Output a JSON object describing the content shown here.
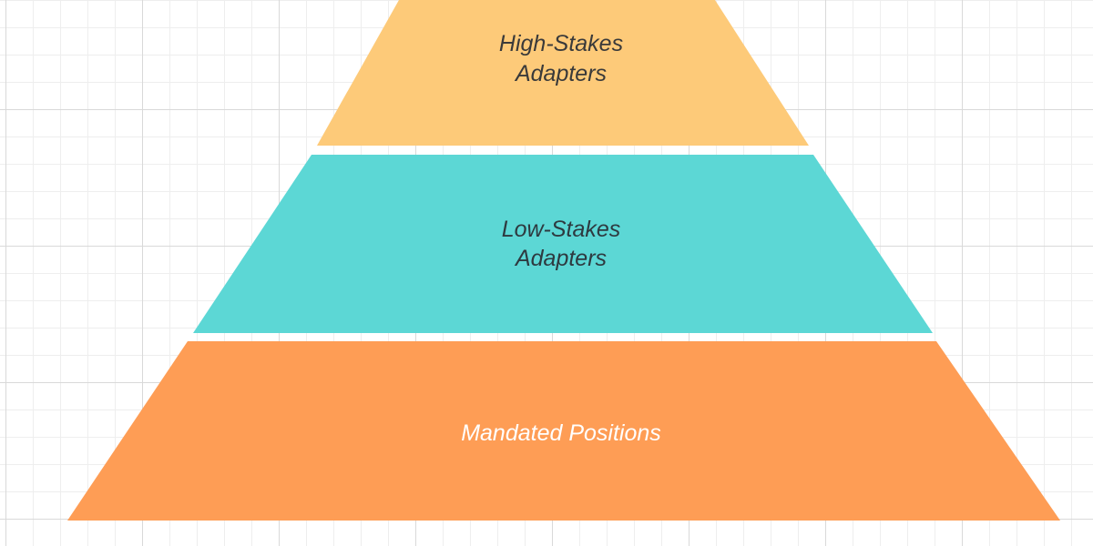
{
  "diagram": {
    "tiers": [
      {
        "line1": "High-Stakes",
        "line2": "Adapters",
        "fill": "#fdca79",
        "text_color": "#3a3a3a"
      },
      {
        "line1": "Low-Stakes",
        "line2": "Adapters",
        "fill": "#5cd7d5",
        "text_color": "#2e3a40"
      },
      {
        "line1": "Mandated Positions",
        "fill": "#fe9d55",
        "text_color": "#ffffff"
      }
    ],
    "background_color": "#ffffff",
    "grid_color": "#e6e6e6"
  }
}
